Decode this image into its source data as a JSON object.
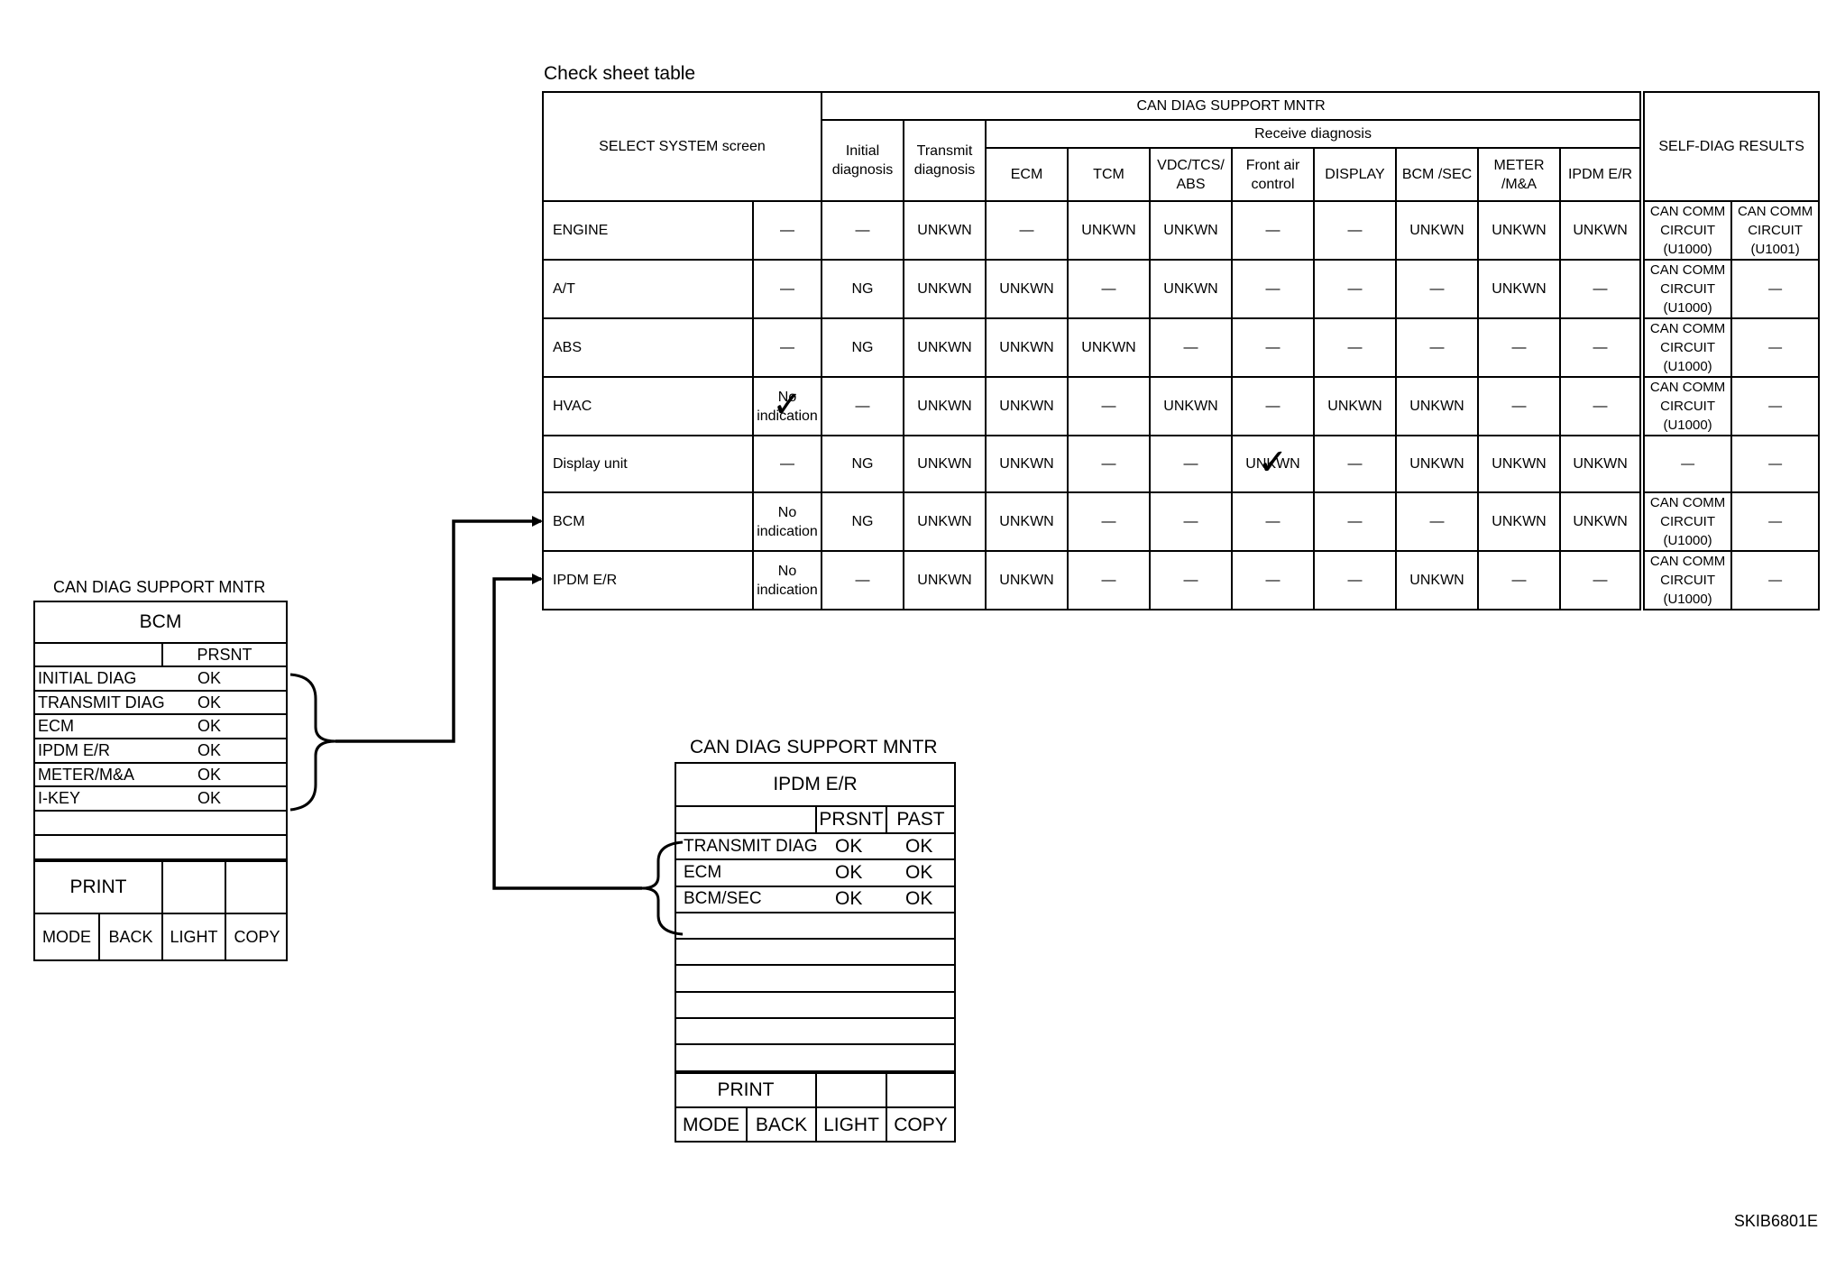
{
  "check_sheet": {
    "title": "Check sheet table",
    "header": {
      "select_system": "SELECT SYSTEM screen",
      "can_diag": "CAN DIAG SUPPORT MNTR",
      "initial_diagnosis": "Initial diagnosis",
      "transmit_diagnosis": "Transmit diagnosis",
      "receive_diagnosis": "Receive diagnosis",
      "self_diag": "SELF-DIAG RESULTS",
      "receive_cols": [
        "ECM",
        "TCM",
        "VDC/TCS/ ABS",
        "Front air control",
        "DISPLAY",
        "BCM /SEC",
        "METER /M&A",
        "IPDM E/R"
      ]
    },
    "rows": [
      {
        "system": "ENGINE",
        "select": "—",
        "initial": "—",
        "transmit": "UNKWN",
        "receive": [
          "—",
          "UNKWN",
          "UNKWN",
          "—",
          "—",
          "UNKWN",
          "UNKWN",
          "UNKWN"
        ],
        "self_diag": [
          "CAN COMM CIRCUIT (U1000)",
          "CAN COMM CIRCUIT (U1001)"
        ]
      },
      {
        "system": "A/T",
        "select": "—",
        "initial": "NG",
        "transmit": "UNKWN",
        "receive": [
          "UNKWN",
          "—",
          "UNKWN",
          "—",
          "—",
          "—",
          "UNKWN",
          "—"
        ],
        "self_diag": [
          "CAN COMM CIRCUIT (U1000)",
          "—"
        ]
      },
      {
        "system": "ABS",
        "select": "—",
        "initial": "NG",
        "transmit": "UNKWN",
        "receive": [
          "UNKWN",
          "UNKWN",
          "—",
          "—",
          "—",
          "—",
          "—",
          "—"
        ],
        "self_diag": [
          "CAN COMM CIRCUIT (U1000)",
          "—"
        ]
      },
      {
        "system": "HVAC",
        "select": "No indication",
        "initial": "—",
        "transmit": "UNKWN",
        "receive": [
          "UNKWN",
          "—",
          "UNKWN",
          "—",
          "UNKWN",
          "UNKWN",
          "—",
          "—"
        ],
        "self_diag": [
          "CAN COMM CIRCUIT (U1000)",
          "—"
        ]
      },
      {
        "system": "Display unit",
        "select": "—",
        "initial": "NG",
        "transmit": "UNKWN",
        "receive": [
          "UNKWN",
          "—",
          "—",
          "UNKWN",
          "—",
          "UNKWN",
          "UNKWN",
          "UNKWN"
        ],
        "self_diag": [
          "—",
          "—"
        ]
      },
      {
        "system": "BCM",
        "select": "No indication",
        "initial": "NG",
        "transmit": "UNKWN",
        "receive": [
          "UNKWN",
          "—",
          "—",
          "—",
          "—",
          "—",
          "UNKWN",
          "UNKWN"
        ],
        "self_diag": [
          "CAN COMM CIRCUIT (U1000)",
          "—"
        ]
      },
      {
        "system": "IPDM E/R",
        "select": "No indication",
        "initial": "—",
        "transmit": "UNKWN",
        "receive": [
          "UNKWN",
          "—",
          "—",
          "—",
          "—",
          "UNKWN",
          "—",
          "—"
        ],
        "self_diag": [
          "CAN COMM CIRCUIT (U1000)",
          "—"
        ]
      }
    ],
    "check_mark": "✓"
  },
  "bcm_screen": {
    "caption": "CAN DIAG SUPPORT MNTR",
    "title": "BCM",
    "col_header": "PRSNT",
    "items": [
      {
        "label": "INITIAL DIAG",
        "prsnt": "OK"
      },
      {
        "label": "TRANSMIT DIAG",
        "prsnt": "OK"
      },
      {
        "label": "ECM",
        "prsnt": "OK"
      },
      {
        "label": "IPDM E/R",
        "prsnt": "OK"
      },
      {
        "label": "METER/M&A",
        "prsnt": "OK"
      },
      {
        "label": "I-KEY",
        "prsnt": "OK"
      }
    ],
    "print": "PRINT",
    "buttons": [
      "MODE",
      "BACK",
      "LIGHT",
      "COPY"
    ]
  },
  "ipdm_screen": {
    "caption": "CAN DIAG SUPPORT MNTR",
    "title": "IPDM E/R",
    "col_prsnt": "PRSNT",
    "col_past": "PAST",
    "items": [
      {
        "label": "TRANSMIT DIAG",
        "prsnt": "OK",
        "past": "OK"
      },
      {
        "label": "ECM",
        "prsnt": "OK",
        "past": "OK"
      },
      {
        "label": "BCM/SEC",
        "prsnt": "OK",
        "past": "OK"
      }
    ],
    "print": "PRINT",
    "buttons": [
      "MODE",
      "BACK",
      "LIGHT",
      "COPY"
    ]
  },
  "figure_id": "SKIB6801E"
}
